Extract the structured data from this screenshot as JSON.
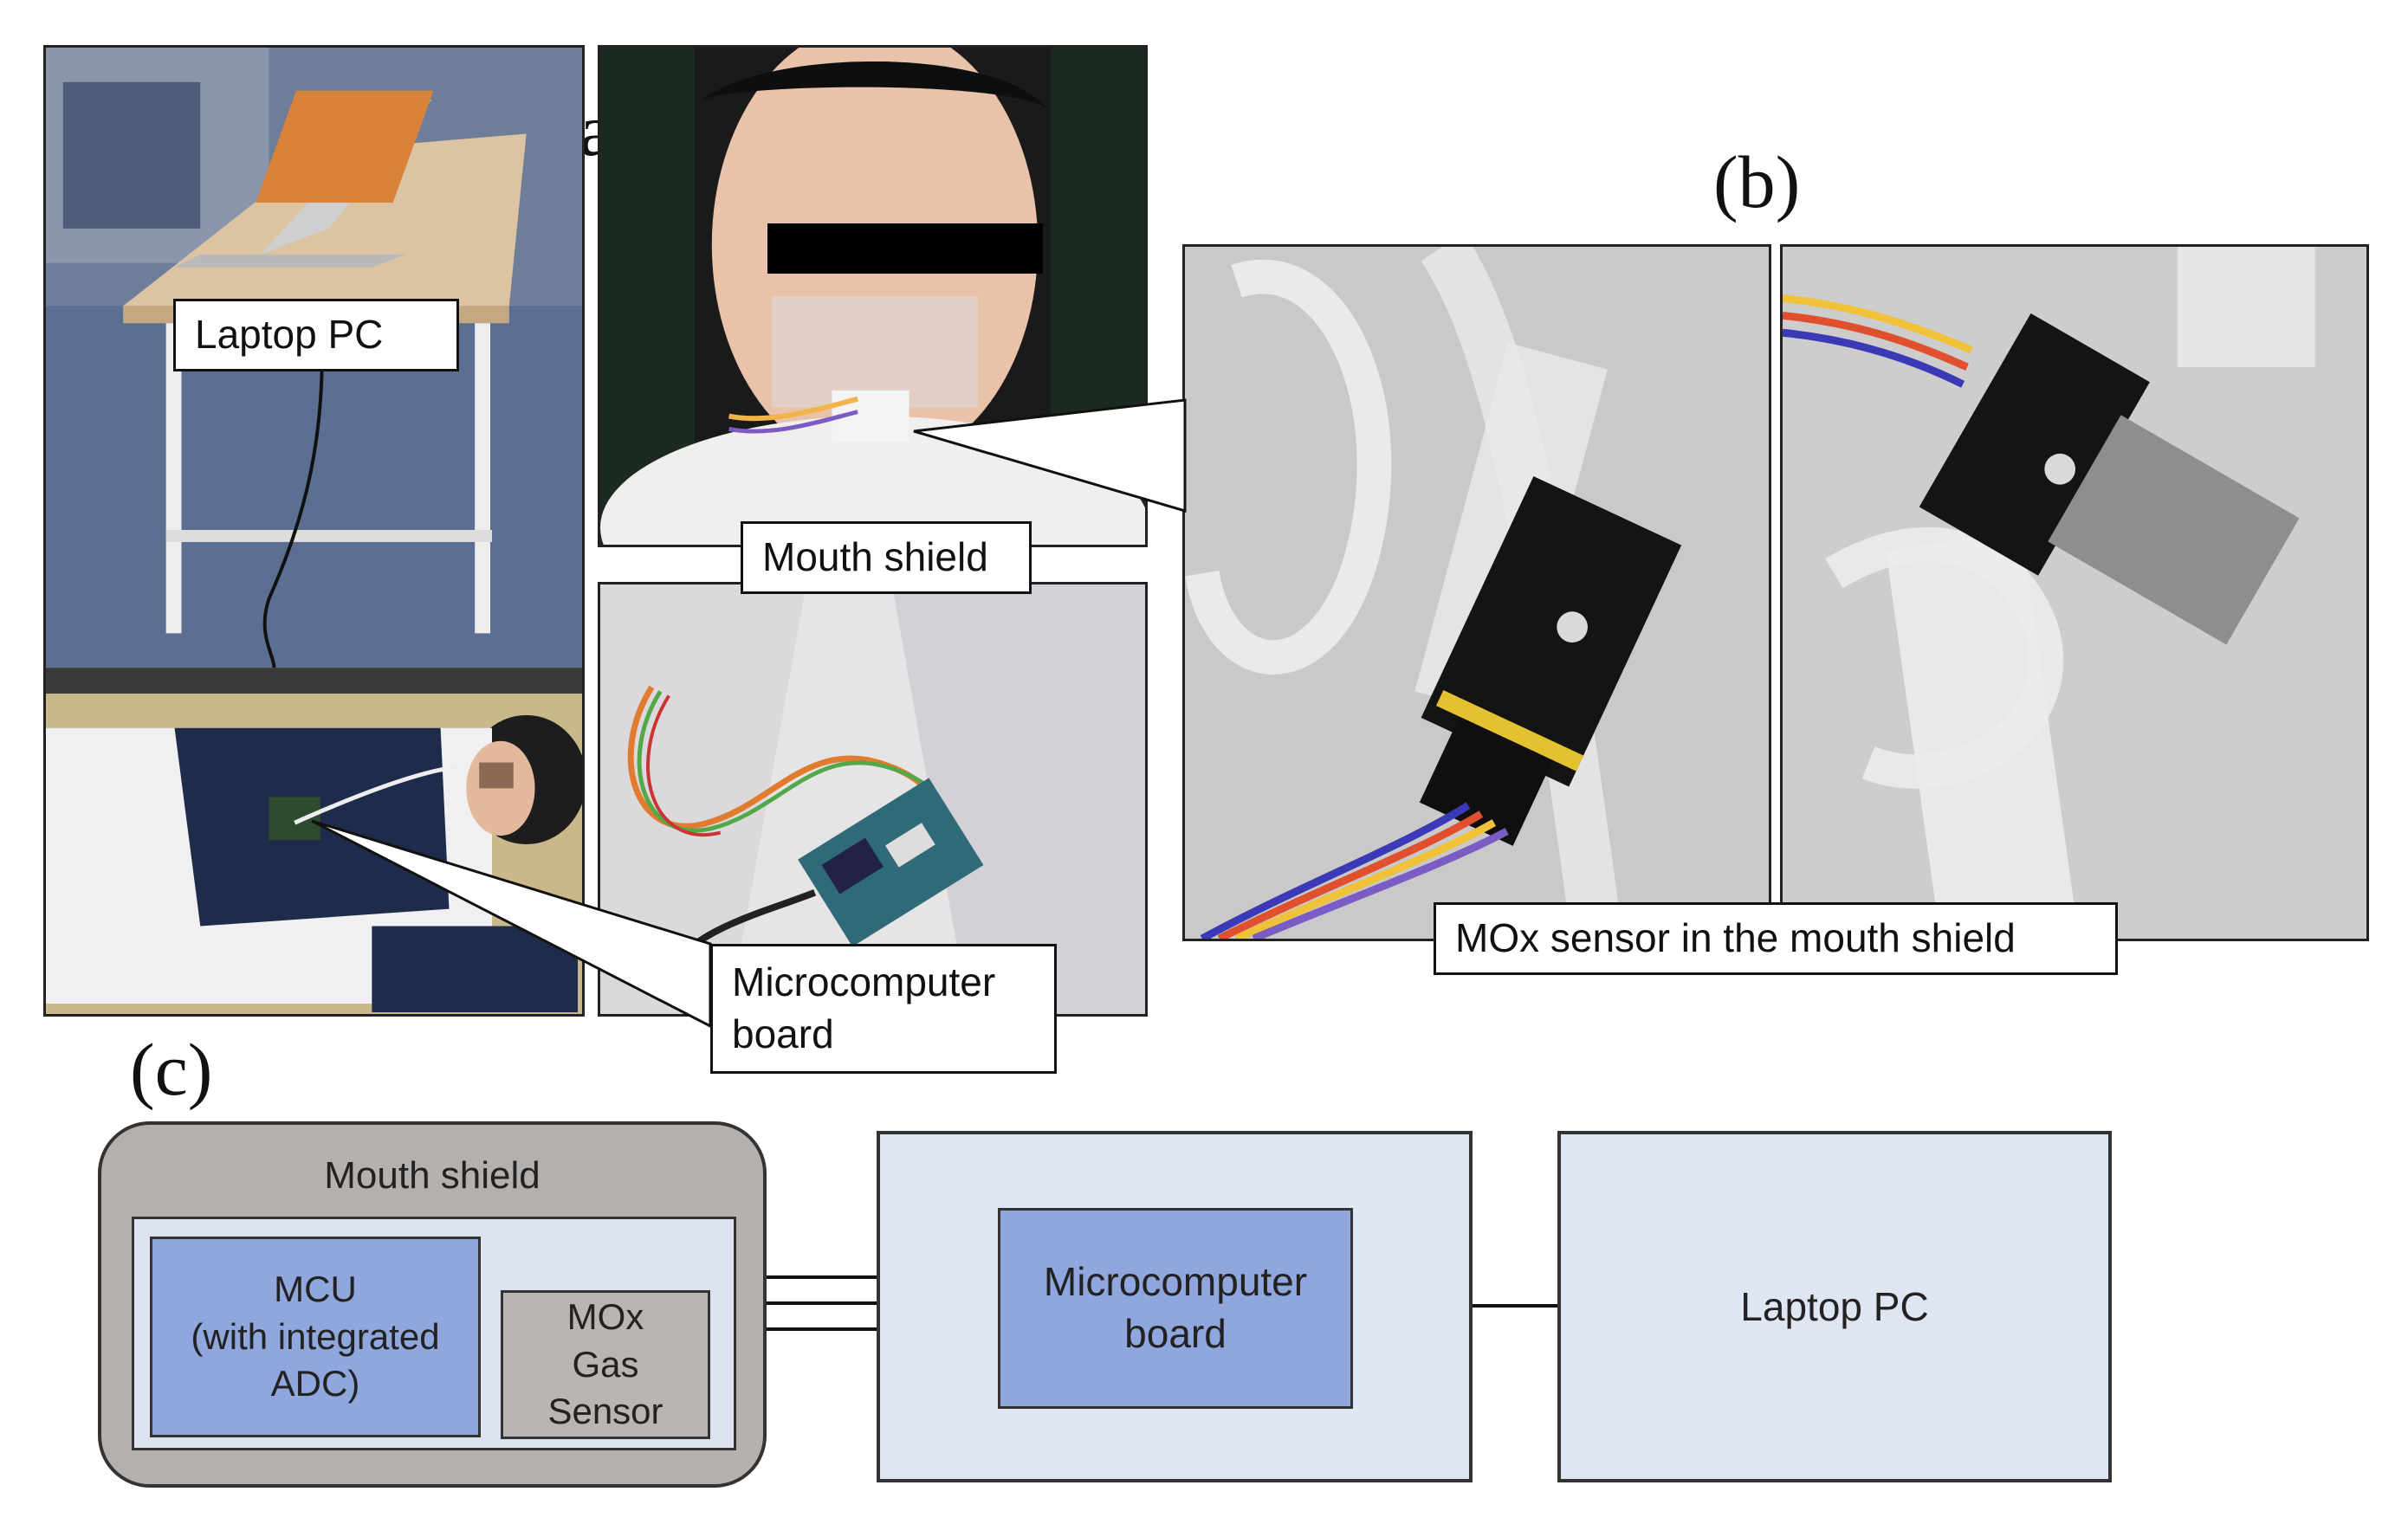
{
  "panels": {
    "a": "(a)",
    "b": "(b)",
    "c": "(c)"
  },
  "photo_labels": {
    "laptop_pc": "Laptop PC",
    "mouth_shield": "Mouth shield",
    "microcomputer_board_line1": "Microcomputer",
    "microcomputer_board_line2": "board",
    "mox_sensor": "MOx sensor in the mouth shield"
  },
  "diagram": {
    "mouth_shield_title": "Mouth shield",
    "mcu_line1": "MCU",
    "mcu_line2": "(with integrated",
    "mcu_line3": "ADC)",
    "mox_line1": "MOx",
    "mox_line2": "Gas",
    "mox_line3": "Sensor",
    "micro_line1": "Microcomputer",
    "micro_line2": "board",
    "laptop": "Laptop PC"
  },
  "colors": {
    "mouth_shield_fill": "#b4b0ad",
    "inner_fill": "#dde3f1",
    "mcu_fill": "#8fa7dd",
    "mox_fill": "#b9b5b2",
    "box_fill": "#dfe6f3",
    "micro_fill": "#8fa7dd"
  }
}
